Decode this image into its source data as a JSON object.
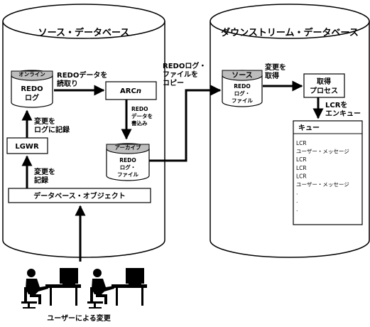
{
  "source_db": {
    "title": "ソース・データベース",
    "online_redo": {
      "tag": "オンライン",
      "line1": "REDO",
      "line2": "ログ"
    },
    "arc_label": "ARC",
    "arc_suffix": "n",
    "read_redo": {
      "line1": "REDOデータを",
      "line2": "読取り"
    },
    "write_redo": {
      "line1": "REDO",
      "line2": "データを",
      "line3": "書込み"
    },
    "archive": {
      "tag": "アーカイブ",
      "line1": "REDO",
      "line2": "ログ・",
      "line3": "ファイル"
    },
    "record_to_log": {
      "line1": "変更を",
      "line2": "ログに記録"
    },
    "lgwr": "LGWR",
    "record": {
      "line1": "変更を",
      "line2": "記録"
    },
    "db_objects": "データベース・オブジェクト"
  },
  "copy_label": {
    "line1": "REDOログ・",
    "line2": "ファイルを",
    "line3": "コピー"
  },
  "downstream_db": {
    "title": "ダウンストリーム・データベース",
    "source_redo": {
      "tag": "ソース",
      "line1": "REDO",
      "line2": "ログ・",
      "line3": "ファイル"
    },
    "get_changes": {
      "line1": "変更を",
      "line2": "取得"
    },
    "capture_process": {
      "line1": "取得",
      "line2": "プロセス"
    },
    "enqueue": {
      "line1": "LCRを",
      "line2": "エンキュー"
    },
    "queue": {
      "title": "キュー",
      "items": [
        "LCR",
        "ユーザー・メッセージ",
        "LCR",
        "LCR",
        "LCR",
        "ユーザー・メッセージ",
        ".",
        ".",
        "."
      ]
    }
  },
  "user_changes": "ユーザーによる変更"
}
